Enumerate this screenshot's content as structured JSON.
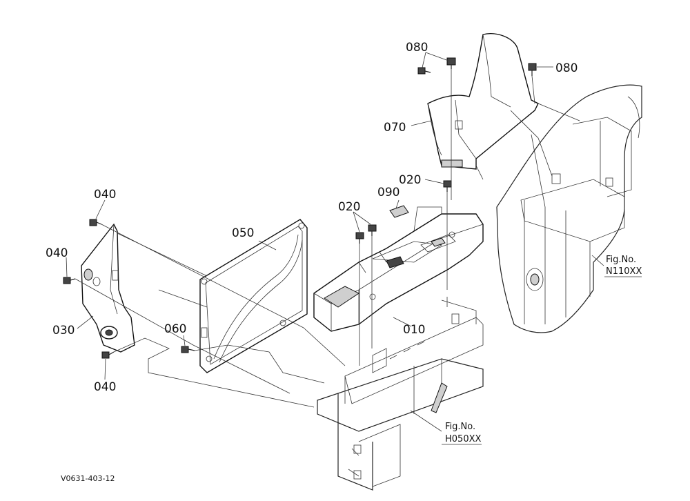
{
  "callouts": {
    "p080_a": "080",
    "p080_b": "080",
    "p070": "070",
    "p020_a": "020",
    "p090": "090",
    "p020_b": "020",
    "p050": "050",
    "p040_a": "040",
    "p040_b": "040",
    "p030": "030",
    "p060": "060",
    "p040_c": "040",
    "p010": "010"
  },
  "references": {
    "ref1_line1": "Fig.No.",
    "ref1_line2": "N110XX",
    "ref2_line1": "Fig.No.",
    "ref2_line2": "H050XX"
  },
  "drawing_code": "V0631-403-12"
}
